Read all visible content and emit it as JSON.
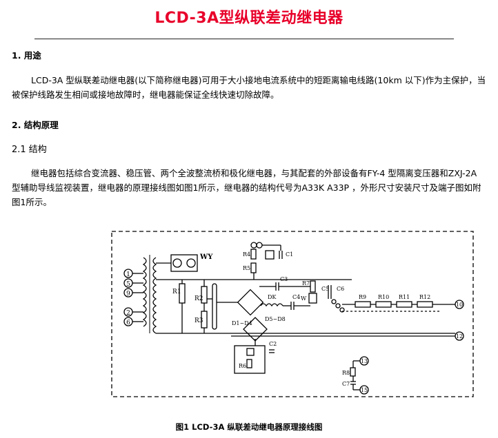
{
  "doc": {
    "title": "LCD-3A型纵联差动继电器",
    "sections": [
      {
        "heading": "1. 用途",
        "paragraph": "LCD-3A 型纵联差动继电器(以下简称继电器)可用于大小接地电流系统中的短距离输电线路(10km 以下)作为主保护，当被保护线路发生相间或接地故障时，继电器能保证全线快速切除故障。"
      },
      {
        "heading": "2. 结构原理",
        "subheading": "2.1 结构",
        "paragraph": "继电器包括综合变流器、稳压管、两个全波整流桥和极化继电器，与其配套的外部设备有FY-4 型隔离变压器和ZXJ-2A 型辅助导线监视装置，继电器的原理接线图如图1所示，继电器的结构代号为A33K A33P ，外形尺寸安装尺寸及端子图如附图1所示。"
      }
    ],
    "figure_caption": "图1 LCD-3A 纵联差动继电器原理接线图"
  },
  "diagram": {
    "terminals": [
      "1",
      "5",
      "9",
      "2",
      "6",
      "10",
      "12",
      "13",
      "15"
    ],
    "labels": {
      "wy": "WY",
      "r1": "R1",
      "r2": "R2",
      "r3": "R3",
      "r4": "R4",
      "r5": "R5",
      "r6": "R6",
      "r7": "R7",
      "r8": "R8",
      "r9": "R9",
      "r10": "R10",
      "r11": "R11",
      "r12": "R12",
      "c1": "C1",
      "c2": "C2",
      "c3": "C3",
      "c4": "C4",
      "c5": "C5",
      "c6": "C6",
      "c7": "C7",
      "dk": "DK",
      "w": "W",
      "d1d4": "D1~D4",
      "d5d8": "D5~D8"
    }
  },
  "colors": {
    "title": "#e8002a"
  }
}
